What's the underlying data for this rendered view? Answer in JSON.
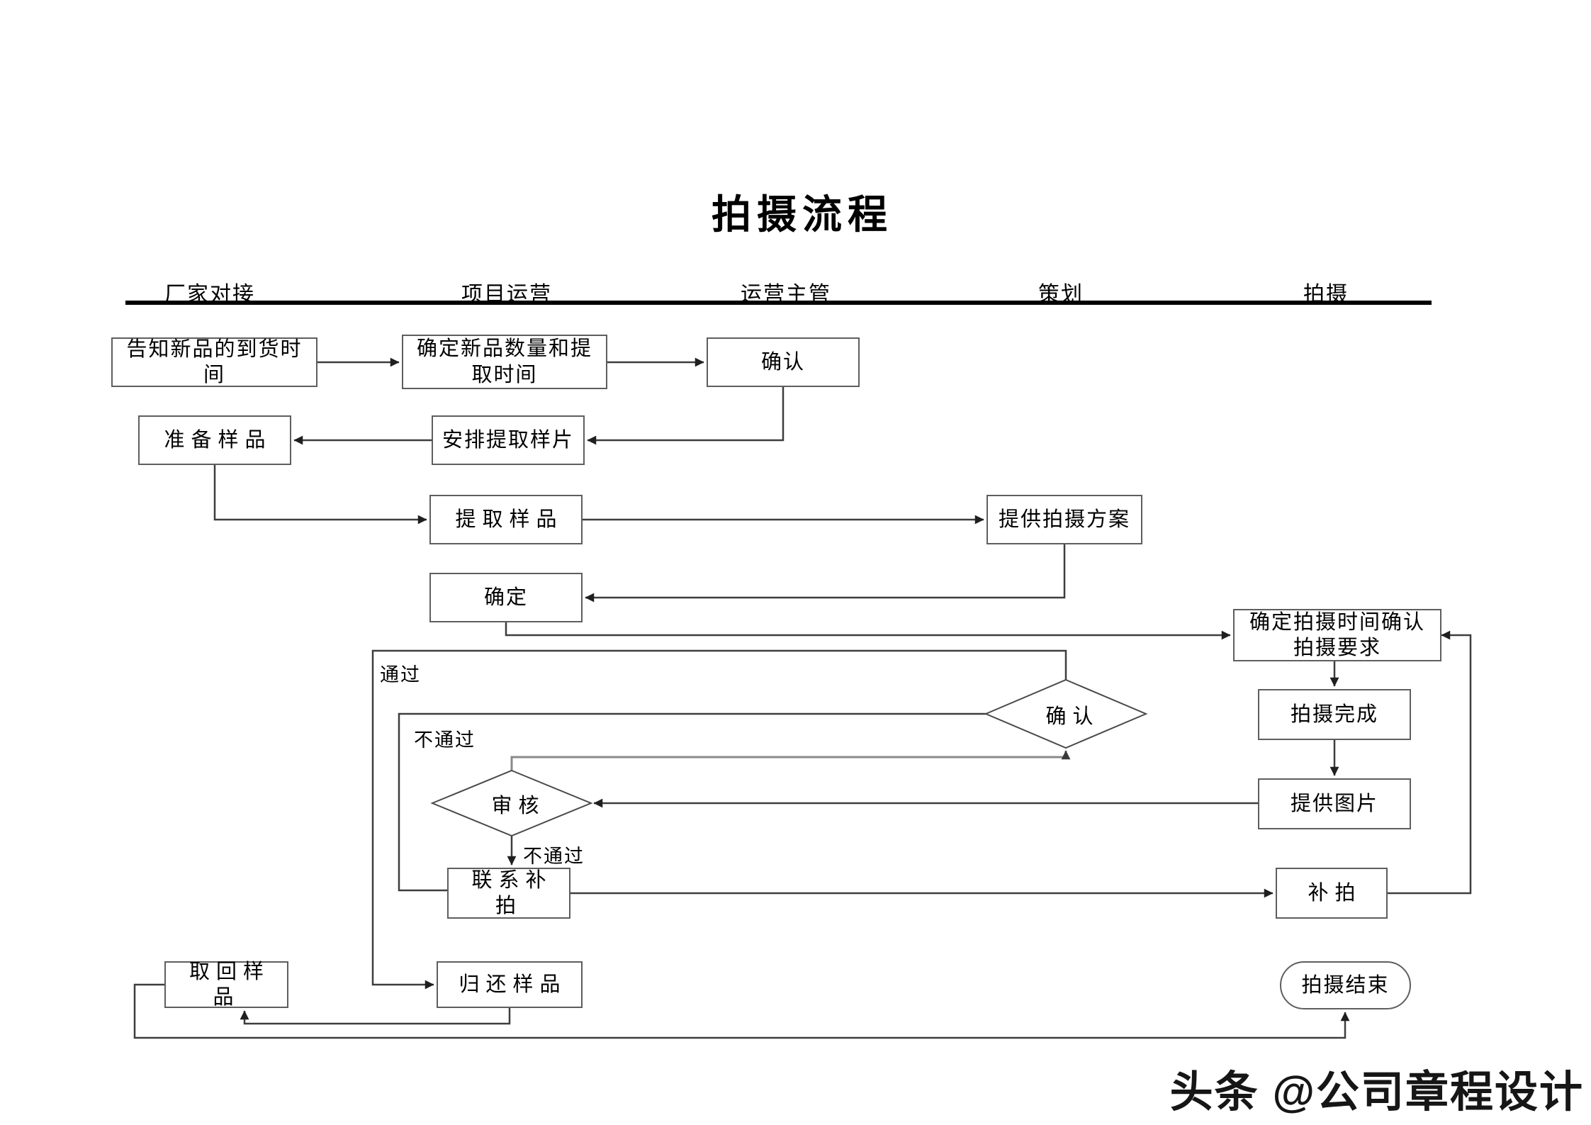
{
  "title": "拍摄流程",
  "lanes": [
    {
      "label": "厂家对接"
    },
    {
      "label": "项目运营"
    },
    {
      "label": "运营主管"
    },
    {
      "label": "策划"
    },
    {
      "label": "拍摄"
    }
  ],
  "nodes": {
    "notify_arrival": {
      "label": "告知新品的到货时间"
    },
    "confirm_qty_time": {
      "label": "确定新品数量和提取时间"
    },
    "confirm_receipt": {
      "label": "确认"
    },
    "prepare_samples": {
      "label": "准备样品"
    },
    "arrange_pickup": {
      "label": "安排提取样片"
    },
    "pickup_samples": {
      "label": "提取样品"
    },
    "provide_plan": {
      "label": "提供拍摄方案"
    },
    "confirm_plan": {
      "label": "确定"
    },
    "confirm_shoot_time": {
      "label": "确定拍摄时间确认拍摄要求"
    },
    "shoot_done": {
      "label": "拍摄完成"
    },
    "provide_images": {
      "label": "提供图片"
    },
    "review": {
      "label": "审核"
    },
    "confirm_decision": {
      "label": "确认"
    },
    "contact_reshoot": {
      "label": "联系补拍"
    },
    "reshoot": {
      "label": "补拍"
    },
    "retrieve_samples": {
      "label": "取回样品"
    },
    "return_samples": {
      "label": "归还样品"
    },
    "shoot_end": {
      "label": "拍摄结束"
    }
  },
  "edge_labels": {
    "pass": "通过",
    "fail_confirm": "不通过",
    "fail_review": "不通过"
  },
  "watermark": "头条 @公司章程设计",
  "colors": {
    "line": "#3d3d3d",
    "gray_line": "#8a8a8a",
    "box_border": "#5e5e5e",
    "divider": "#000000",
    "text": "#000000"
  }
}
